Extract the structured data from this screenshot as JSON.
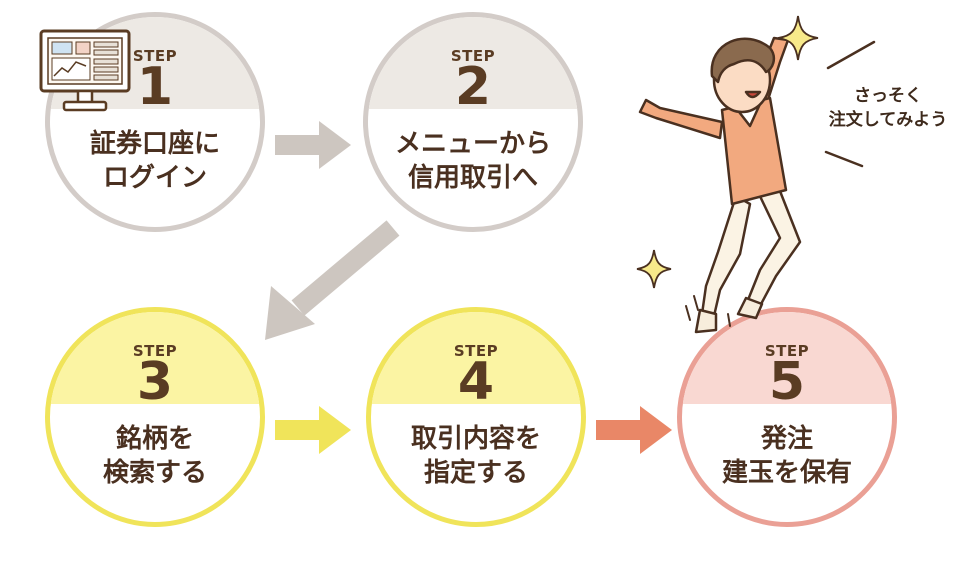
{
  "steps": [
    {
      "label": "STEP",
      "number": "1",
      "text": "証券口座に\nログイン"
    },
    {
      "label": "STEP",
      "number": "2",
      "text": "メニューから\n信用取引へ"
    },
    {
      "label": "STEP",
      "number": "3",
      "text": "銘柄を\n検索する"
    },
    {
      "label": "STEP",
      "number": "4",
      "text": "取引内容を\n指定する"
    },
    {
      "label": "STEP",
      "number": "5",
      "text": "発注\n建玉を保有"
    }
  ],
  "speech": "さっそく\n注文してみよう",
  "colors": {
    "gray_border": "#d3ccc8",
    "yellow_border": "#f0e45a",
    "pink_border": "#eaa095",
    "text_brown": "#5a3c23"
  },
  "icons": [
    "monitor-icon",
    "sparkle-icon",
    "person-illustration",
    "arrow-icon"
  ]
}
